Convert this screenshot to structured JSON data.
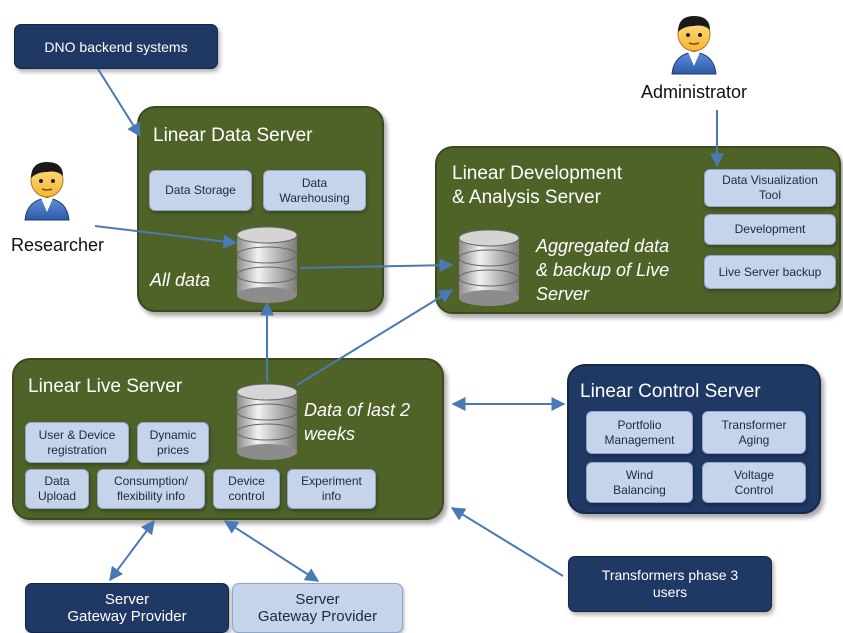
{
  "external": {
    "dno": "DNO backend systems",
    "transformers_users": "Transformers phase 3\nusers",
    "gateway_provider_1": "Server\nGateway Provider",
    "gateway_provider_2": "Server\nGateway Provider"
  },
  "actors": {
    "administrator": "Administrator",
    "researcher": "Researcher"
  },
  "data_server": {
    "title": "Linear Data Server",
    "components": [
      "Data Storage",
      "Data\nWarehousing"
    ],
    "db_label": "All data"
  },
  "dev_server": {
    "title": "Linear Development\n& Analysis Server",
    "db_label": "Aggregated data\n& backup of Live\nServer",
    "components": [
      "Data Visualization\nTool",
      "Development",
      "Live Server backup"
    ]
  },
  "live_server": {
    "title": "Linear Live Server",
    "db_label": "Data of last 2\nweeks",
    "components": [
      "User & Device\nregistration",
      "Dynamic\nprices",
      "Data\nUpload",
      "Consumption/\nflexibility info",
      "Device\ncontrol",
      "Experiment\ninfo"
    ]
  },
  "control_server": {
    "title": "Linear Control Server",
    "components": [
      "Portfolio\nManagement",
      "Transformer\nAging",
      "Wind\nBalancing",
      "Voltage\nControl"
    ]
  },
  "colors": {
    "server_green": "#4f6228",
    "server_navy": "#1f3864",
    "component_light": "#c5d4ea",
    "arrow": "#4a7ab5"
  },
  "icons": [
    "person-icon",
    "database-icon"
  ]
}
